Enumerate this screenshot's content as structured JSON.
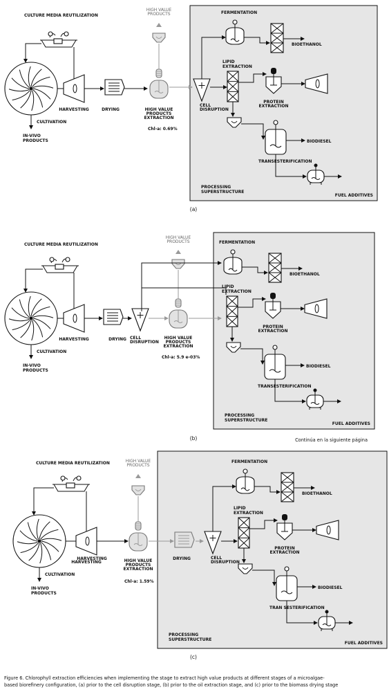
{
  "labels": {
    "culture_media": "CULTURE MEDIA REUTILIZATION",
    "high_value_products": "HIGH VALUE PRODUCTS",
    "hvp_extraction": "HIGH VALUE PRODUCTS EXTRACTION",
    "cultivation": "CULTIVATION",
    "in_vivo": "IN-VIVO PRODUCTS",
    "harvesting": "HARVESTING",
    "drying": "DRYING",
    "cell_disruption": "CELL DISRUPTION",
    "fermentation": "FERMENTATION",
    "bioethanol": "BIOETHANOL",
    "lipid_extraction": "LIPID EXTRACTION",
    "protein_extraction": "PROTEIN EXTRACTION",
    "biodiesel": "BIODIESEL",
    "transesterification": "TRANSESTERIFICATION",
    "transesterification_c": "TRAN SESTERIFICATION",
    "fuel_additives": "FUEL ADDITIVES",
    "processing_superstructure": "PROCESSING SUPERSTRUCTURE"
  },
  "panels": [
    {
      "letter": "(a)",
      "chl_label": "Chl-a: 0.69%"
    },
    {
      "letter": "(b)",
      "chl_label": "Chl-a: 5.9 e-03%"
    },
    {
      "letter": "(c)",
      "chl_label": "Chl-a: 1.59%"
    }
  ],
  "continued": "Continúa en la siguiente página",
  "caption": {
    "line1": "Figure 6. Chlorophyll extraction efficiencies when implementing the stage to extract high value products at different stages of a microalgae-",
    "line2": "based biorefinery configuration, (a) prior to the cell disruption stage, (b) prior to the oil extraction stage, and (c) prior to the biomass drying stage"
  }
}
